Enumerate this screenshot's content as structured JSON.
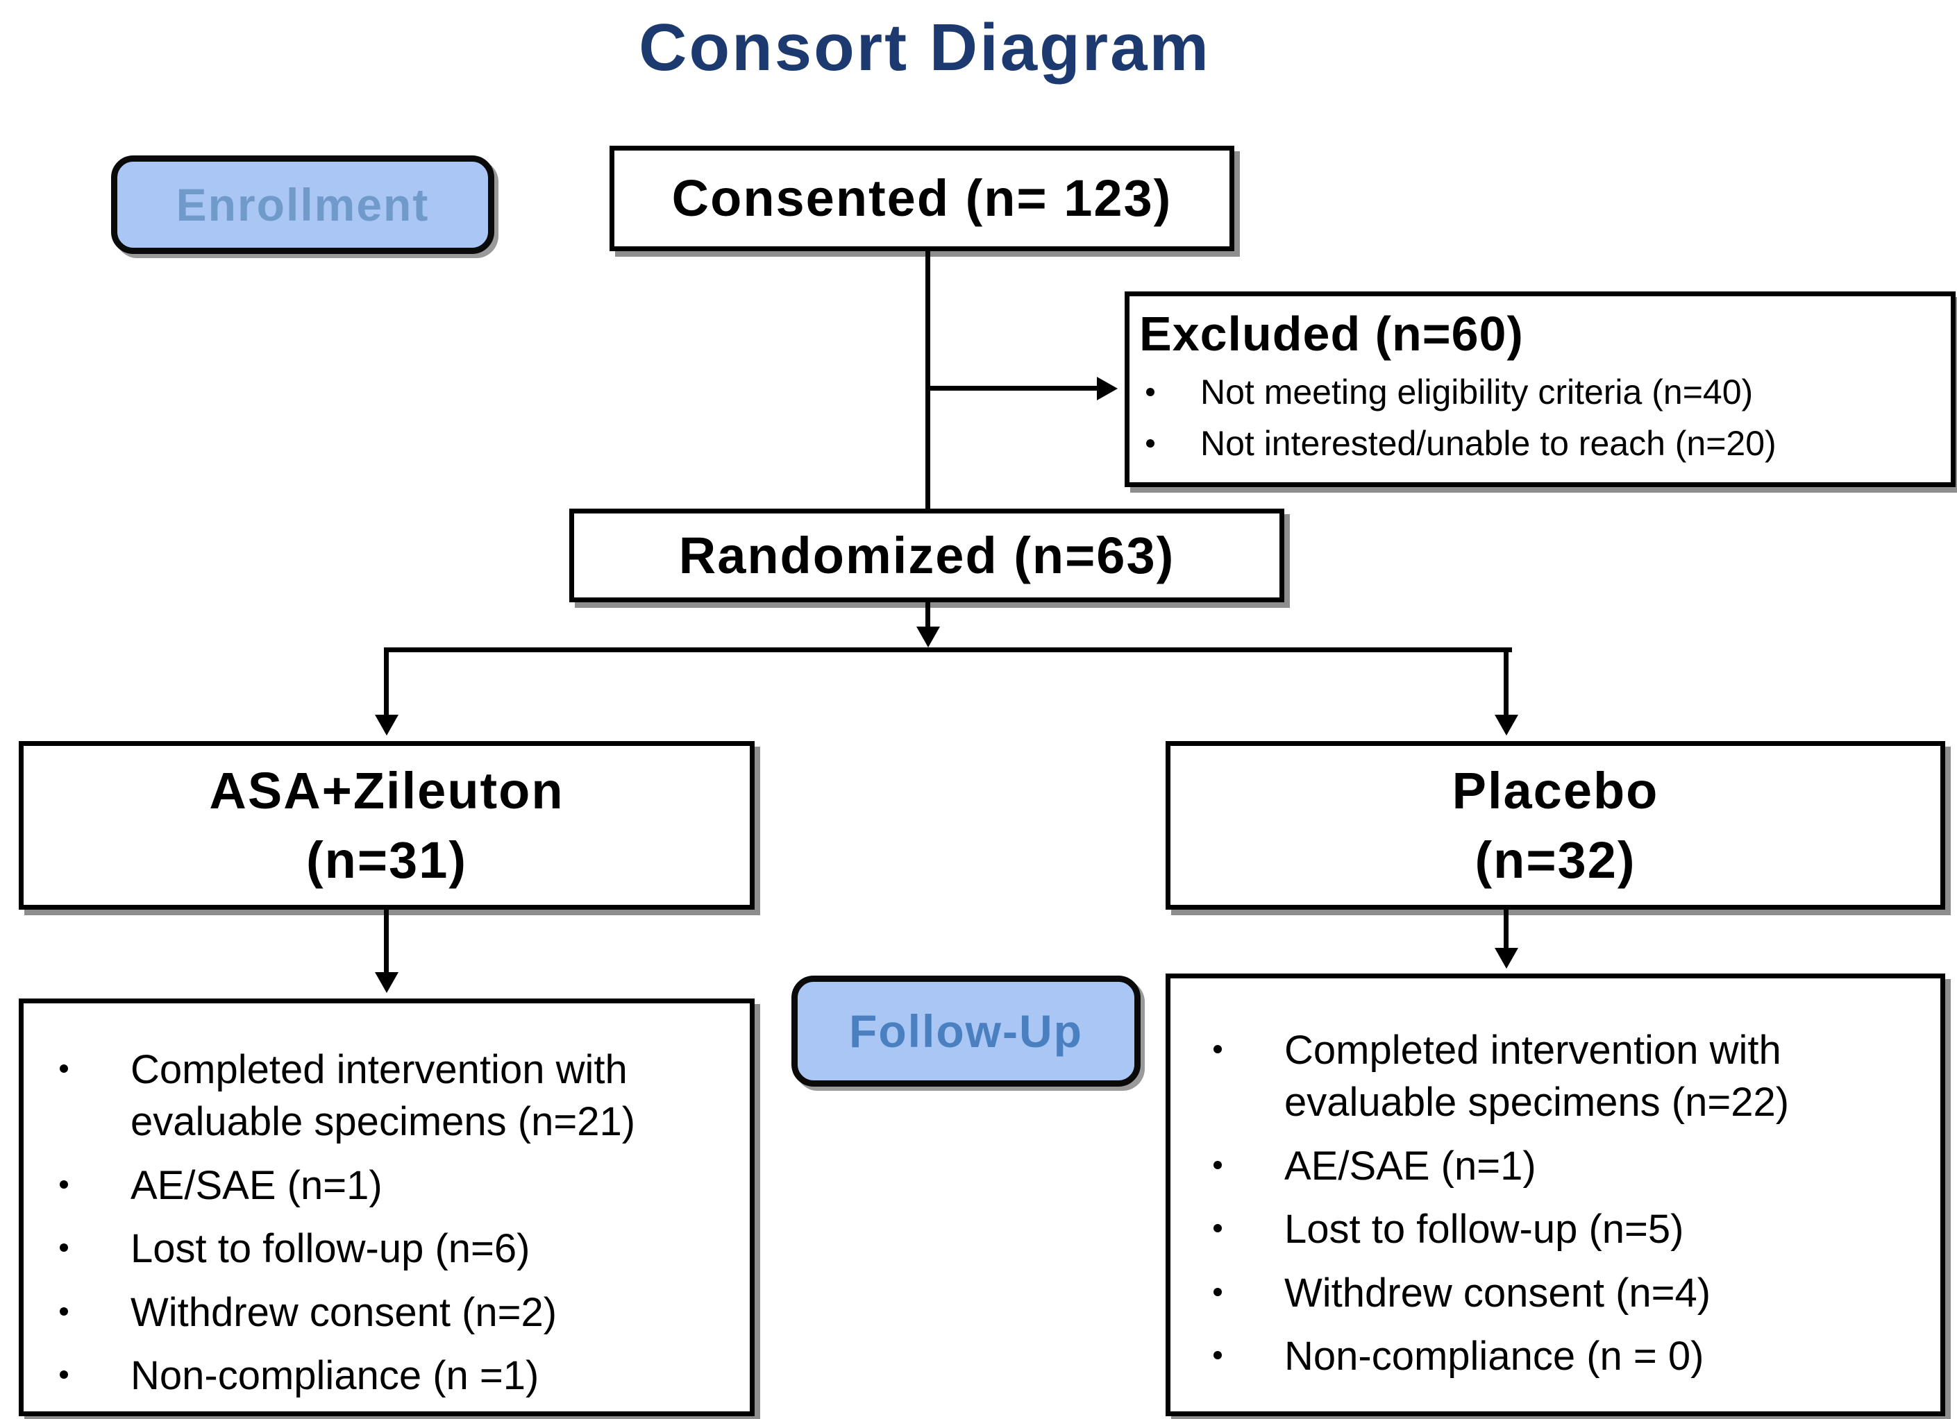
{
  "title": "Consort Diagram",
  "stages": {
    "enrollment": "Enrollment",
    "follow_up": "Follow-Up"
  },
  "nodes": {
    "consented": {
      "label": "Consented (n= 123)"
    },
    "excluded": {
      "heading": "Excluded (n=60)",
      "items": [
        "Not meeting eligibility criteria (n=40)",
        "Not interested/unable to reach (n=20)"
      ]
    },
    "randomized": {
      "label": "Randomized (n=63)"
    },
    "arm_left": {
      "name": "ASA+Zileuton",
      "n": "(n=31)"
    },
    "arm_right": {
      "name": "Placebo",
      "n": "(n=32)"
    },
    "followup_left": {
      "items": [
        "Completed intervention with evaluable specimens (n=21)",
        "AE/SAE (n=1)",
        "Lost to follow-up (n=6)",
        "Withdrew consent (n=2)",
        "Non-compliance (n =1)"
      ]
    },
    "followup_right": {
      "items": [
        "Completed intervention with evaluable specimens (n=22)",
        "AE/SAE (n=1)",
        "Lost to follow-up (n=5)",
        "Withdrew consent (n=4)",
        "Non-compliance (n = 0)"
      ]
    }
  },
  "colors": {
    "background": "#ffffff",
    "title_text": "#1d3a70",
    "stage_pill_fill": "#a9c6f5",
    "enrollment_text": "#6f9ac9",
    "follow_up_text": "#4a80c0",
    "box_border": "#000000",
    "box_shadow": "#8e8e8e",
    "connector": "#000000"
  }
}
